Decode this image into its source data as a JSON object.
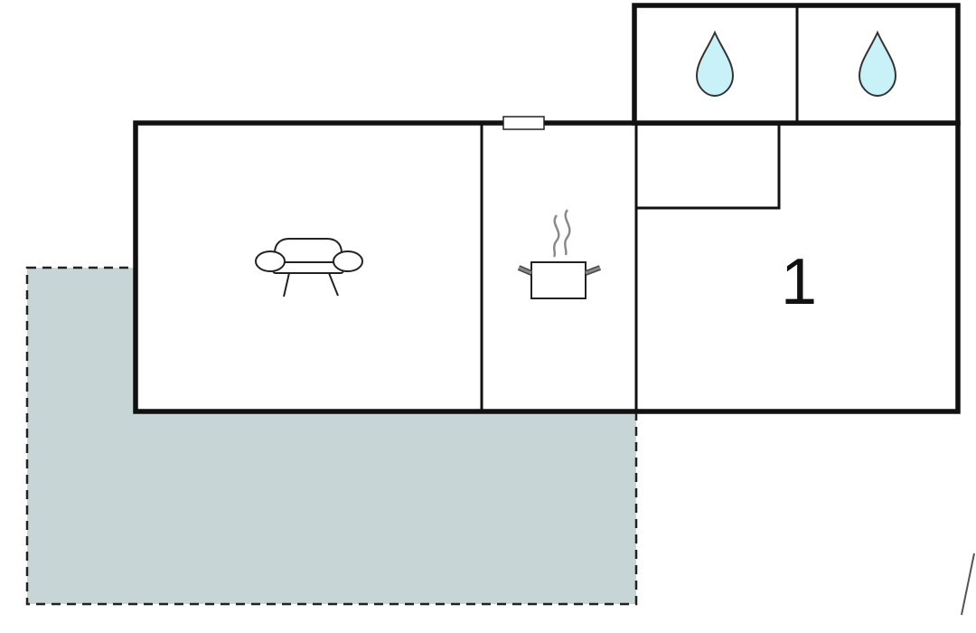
{
  "floorplan": {
    "bedroom_label": "1",
    "colors": {
      "wall": "#111111",
      "terrace_fill": "#c8d5d6",
      "terrace_border": "#222222",
      "water_drop": "#c8f1f8",
      "icon_stroke": "#222222",
      "steam": "#8a8a8a",
      "window_fill": "#ffffff"
    },
    "rooms": [
      {
        "name": "living-room",
        "icon": "sofa-icon"
      },
      {
        "name": "kitchen",
        "icon": "cooking-pot-icon"
      },
      {
        "name": "bathroom-left",
        "icon": "water-drop-icon"
      },
      {
        "name": "bathroom-right",
        "icon": "water-drop-icon"
      },
      {
        "name": "bedroom",
        "label": "1"
      },
      {
        "name": "hallway-closet"
      }
    ],
    "terrace": {
      "style": "dashed",
      "icon": "none"
    }
  }
}
